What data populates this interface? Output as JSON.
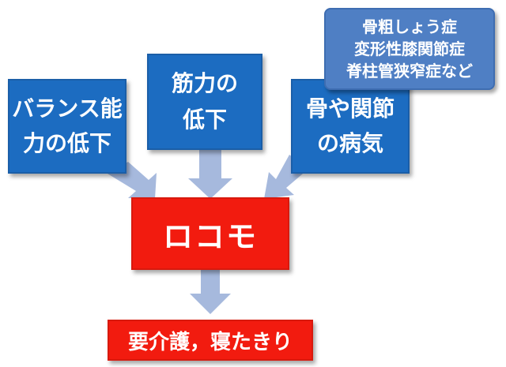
{
  "nodes": {
    "balance": {
      "lines": [
        "バランス能",
        "力の低下"
      ]
    },
    "muscle": {
      "lines": [
        "筋力の",
        "低下"
      ]
    },
    "bone": {
      "lines": [
        "骨や関節",
        "の病気"
      ]
    },
    "diseases": {
      "lines": [
        "骨粗しょう症",
        "変形性膝関節症",
        "脊柱管狭窄症など"
      ]
    },
    "locomo": {
      "label": "ロコモ"
    },
    "result": {
      "label": "要介護，寝たきり"
    }
  },
  "colors": {
    "box_blue": "#1c6cc1",
    "callout_blue": "#4f7fc4",
    "box_red": "#f21b0f",
    "arrow": "#a6b9dd",
    "text": "#ffffff"
  },
  "edges": [
    {
      "from": "balance",
      "to": "locomo"
    },
    {
      "from": "muscle",
      "to": "locomo"
    },
    {
      "from": "bone",
      "to": "locomo"
    },
    {
      "from": "locomo",
      "to": "result"
    }
  ]
}
